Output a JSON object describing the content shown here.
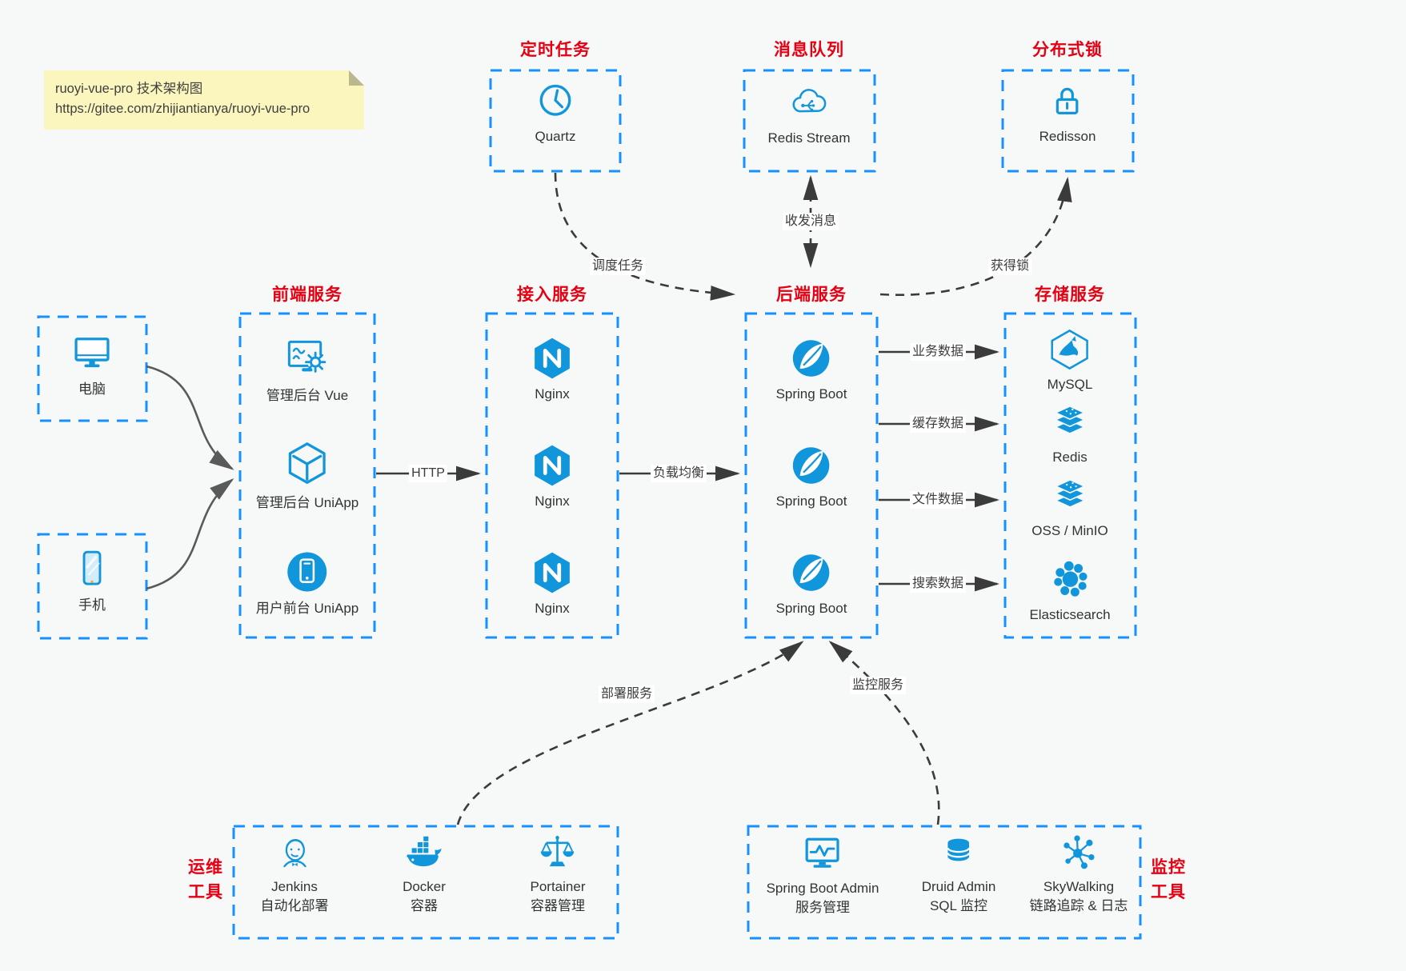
{
  "colors": {
    "accent_blue": "#1296db",
    "border_blue": "#1890ff",
    "title_red": "#e60012",
    "arrow_dark": "#3b3b3b",
    "client_line_gray": "#5a5a5a",
    "note_yellow": "#faf6be",
    "background": "#f7f8f8"
  },
  "note": {
    "title": "ruoyi-vue-pro 技术架构图",
    "url": "https://gitee.com/zhijiantianya/ruoyi-vue-pro"
  },
  "scheduled": {
    "title": "定时任务",
    "items": [
      {
        "label": "Quartz",
        "icon": "clock-icon"
      }
    ]
  },
  "mq": {
    "title": "消息队列",
    "items": [
      {
        "label": "Redis Stream",
        "icon": "cloud-message-icon"
      }
    ]
  },
  "lock": {
    "title": "分布式锁",
    "items": [
      {
        "label": "Redisson",
        "icon": "lock-icon"
      }
    ]
  },
  "clients": {
    "items": [
      {
        "label": "电脑",
        "icon": "desktop-icon"
      },
      {
        "label": "手机",
        "icon": "mobile-icon"
      }
    ]
  },
  "frontend": {
    "title": "前端服务",
    "items": [
      {
        "label": "管理后台 Vue",
        "icon": "admin-screen-gear-icon"
      },
      {
        "label": "管理后台 UniApp",
        "icon": "uniapp-cube-icon"
      },
      {
        "label": "用户前台 UniApp",
        "icon": "mobile-app-circle-icon"
      }
    ]
  },
  "gateway": {
    "title": "接入服务",
    "items": [
      {
        "label": "Nginx",
        "icon": "nginx-icon"
      },
      {
        "label": "Nginx",
        "icon": "nginx-icon"
      },
      {
        "label": "Nginx",
        "icon": "nginx-icon"
      }
    ]
  },
  "backend": {
    "title": "后端服务",
    "items": [
      {
        "label": "Spring Boot",
        "icon": "spring-boot-icon"
      },
      {
        "label": "Spring Boot",
        "icon": "spring-boot-icon"
      },
      {
        "label": "Spring Boot",
        "icon": "spring-boot-icon"
      }
    ]
  },
  "storage": {
    "title": "存储服务",
    "items": [
      {
        "label": "MySQL",
        "icon": "mysql-dolphin-icon"
      },
      {
        "label": "Redis",
        "icon": "layer-stack-icon"
      },
      {
        "label": "OSS / MinIO",
        "icon": "layer-stack-icon"
      },
      {
        "label": "Elasticsearch",
        "icon": "elasticsearch-cluster-icon"
      }
    ]
  },
  "ops": {
    "title": "运维\n工具",
    "items": [
      {
        "label": "Jenkins",
        "sublabel": "自动化部署",
        "icon": "jenkins-icon"
      },
      {
        "label": "Docker",
        "sublabel": "容器",
        "icon": "docker-whale-icon"
      },
      {
        "label": "Portainer",
        "sublabel": "容器管理",
        "icon": "scales-icon"
      }
    ]
  },
  "monitoring": {
    "title": "监控\n工具",
    "items": [
      {
        "label": "Spring Boot Admin",
        "sublabel": "服务管理",
        "icon": "monitor-pulse-icon"
      },
      {
        "label": "Druid Admin",
        "sublabel": "SQL 监控",
        "icon": "database-icon"
      },
      {
        "label": "SkyWalking",
        "sublabel": "链路追踪 & 日志",
        "icon": "skywalking-graph-icon"
      }
    ]
  },
  "edges": {
    "http": "HTTP",
    "load_balance": "负载均衡",
    "schedule_task": "调度任务",
    "send_receive_message": "收发消息",
    "acquire_lock": "获得锁",
    "business_data": "业务数据",
    "cache_data": "缓存数据",
    "file_data": "文件数据",
    "search_data": "搜索数据",
    "deploy_service": "部署服务",
    "monitor_service": "监控服务"
  }
}
